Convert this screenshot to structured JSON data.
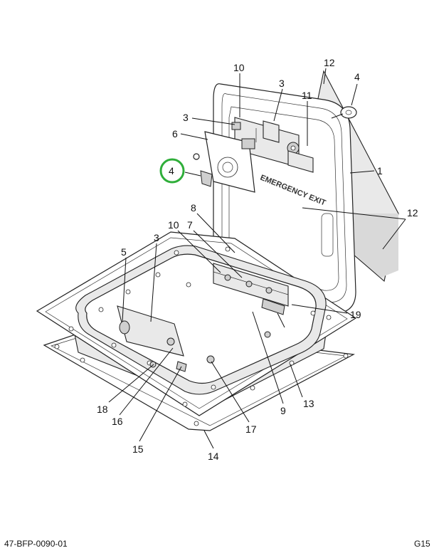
{
  "callouts": {
    "c10_top": "10",
    "c12_top": "12",
    "c3_top": "3",
    "c4_right": "4",
    "c11": "11",
    "c3_left": "3",
    "c6": "6",
    "c1": "1",
    "c4_circled": "4",
    "c12_right": "12",
    "c8": "8",
    "c10_mid": "10",
    "c7": "7",
    "c3_mid": "3",
    "c5": "5",
    "c19": "19",
    "c9": "9",
    "c13": "13",
    "c18": "18",
    "c16": "16",
    "c17": "17",
    "c15": "15",
    "c14": "14"
  },
  "decal_text": "EMERGENCY EXIT",
  "footer": {
    "drawing_id": "47-BFP-0090-01",
    "page_code": "G15"
  },
  "colors": {
    "highlight_circle": "#2fae3a",
    "line": "#111111",
    "fill_grey": "#e9e9e9"
  }
}
